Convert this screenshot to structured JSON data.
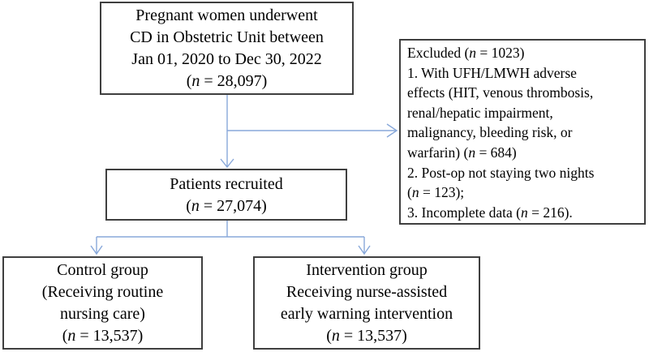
{
  "figure": {
    "background": "#ffffff",
    "box_border_color": "#3f3f3f",
    "arrow_color": "#88a8da",
    "text_color": "#000000"
  },
  "boxes": {
    "source": {
      "lines": [
        [
          {
            "t": "Pregnant women underwent"
          }
        ],
        [
          {
            "t": "CD in Obstetric Unit between"
          }
        ],
        [
          {
            "t": "Jan 01, 2020 to Dec 30, 2022"
          }
        ],
        [
          {
            "t": "("
          },
          {
            "t": "n",
            "i": true
          },
          {
            "t": " = 28,097)"
          }
        ]
      ]
    },
    "excluded": {
      "lines": [
        [
          {
            "t": "Excluded ("
          },
          {
            "t": "n",
            "i": true
          },
          {
            "t": " = 1023)"
          }
        ],
        [
          {
            "t": "1. With UFH/LMWH adverse"
          }
        ],
        [
          {
            "t": "effects (HIT, venous thrombosis,"
          }
        ],
        [
          {
            "t": "renal/hepatic impairment,"
          }
        ],
        [
          {
            "t": "malignancy, bleeding risk, or"
          }
        ],
        [
          {
            "t": "warfarin) ("
          },
          {
            "t": "n",
            "i": true
          },
          {
            "t": " = 684)"
          }
        ],
        [
          {
            "t": "2. Post-op not staying two nights"
          }
        ],
        [
          {
            "t": "("
          },
          {
            "t": "n",
            "i": true
          },
          {
            "t": " = 123);"
          }
        ],
        [
          {
            "t": "3. Incomplete data ("
          },
          {
            "t": "n",
            "i": true
          },
          {
            "t": " = 216)."
          }
        ]
      ]
    },
    "recruited": {
      "lines": [
        [
          {
            "t": "Patients recruited"
          }
        ],
        [
          {
            "t": "("
          },
          {
            "t": "n",
            "i": true
          },
          {
            "t": " = 27,074)"
          }
        ]
      ]
    },
    "control": {
      "lines": [
        [
          {
            "t": "Control group"
          }
        ],
        [
          {
            "t": "(Receiving routine"
          }
        ],
        [
          {
            "t": "nursing care)"
          }
        ],
        [
          {
            "t": "("
          },
          {
            "t": "n",
            "i": true
          },
          {
            "t": " = 13,537)"
          }
        ]
      ]
    },
    "intervention": {
      "lines": [
        [
          {
            "t": "Intervention group"
          }
        ],
        [
          {
            "t": "Receiving nurse-assisted"
          }
        ],
        [
          {
            "t": "early warning intervention"
          }
        ],
        [
          {
            "t": "("
          },
          {
            "t": "n",
            "i": true
          },
          {
            "t": " = 13,537)"
          }
        ]
      ]
    }
  }
}
